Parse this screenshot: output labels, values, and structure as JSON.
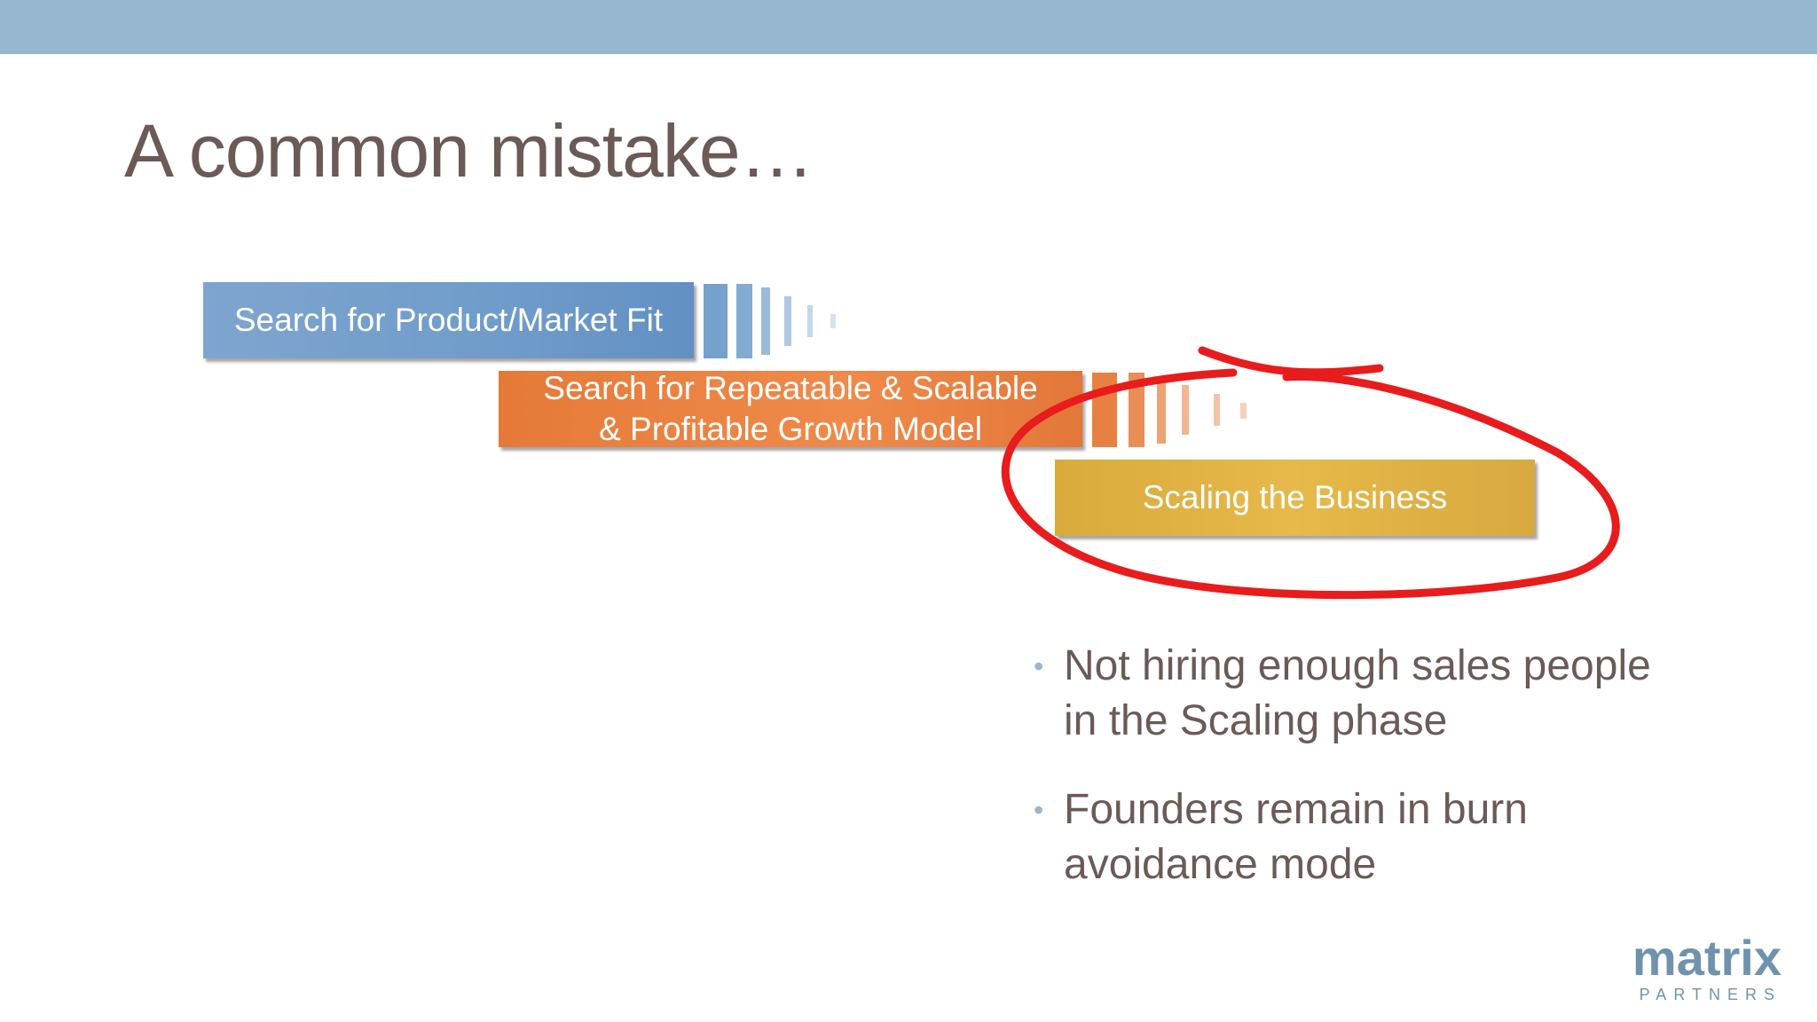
{
  "slide": {
    "title": "A common mistake…"
  },
  "phases": [
    {
      "label": "Search for Product/Market Fit",
      "color": "#6f9cca"
    },
    {
      "label": "Search for Repeatable & Scalable\n& Profitable Growth Model",
      "color": "#ef8a4a"
    },
    {
      "label": "Scaling the Business",
      "color": "#e6b94a"
    }
  ],
  "annotation": {
    "color": "#e81c1c",
    "icon": "red-circle-annotation"
  },
  "bullets": [
    {
      "text": "Not hiring enough sales people in the Scaling phase"
    },
    {
      "text": "Founders remain in burn avoidance mode"
    }
  ],
  "logo": {
    "word": "matrix",
    "sub": "PARTNERS",
    "color": "#6f93ad"
  },
  "colors": {
    "header_band": "#97b6cf",
    "title_text": "#6b5a55",
    "bullet_dot": "#97b6cf"
  }
}
